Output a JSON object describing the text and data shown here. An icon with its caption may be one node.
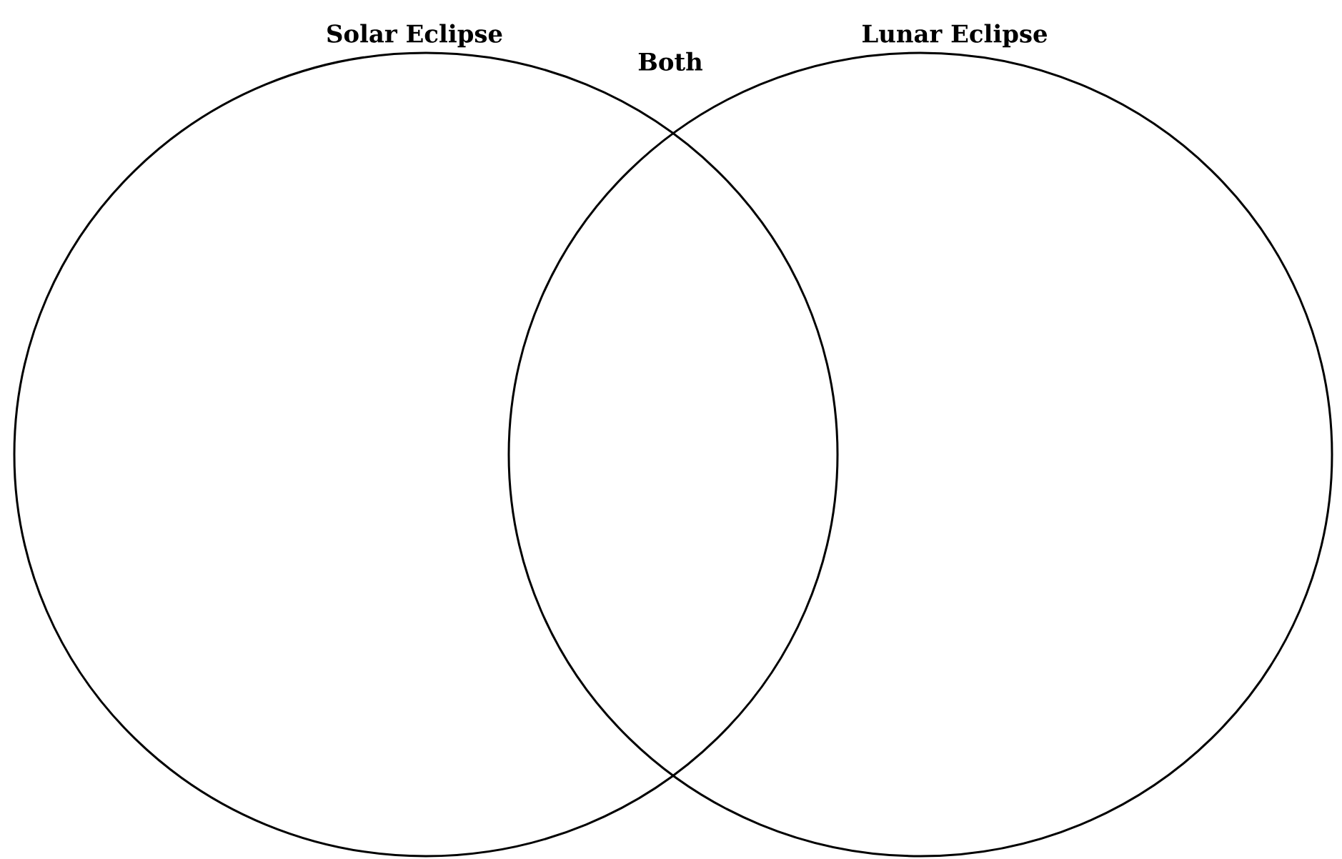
{
  "diagram": {
    "nodes": [
      {
        "text": [
          "Solar Eclipse"
        ]
      },
      {
        "text": [
          "Lunar Eclipse"
        ]
      }
    ],
    "labels": [
      "Both"
    ]
  }
}
